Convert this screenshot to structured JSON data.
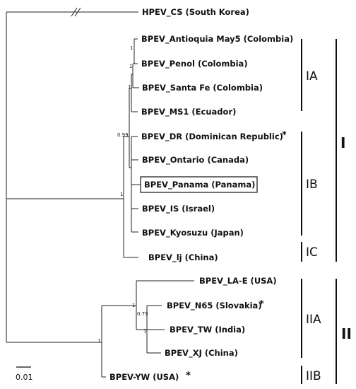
{
  "taxa": {
    "hpev_cs": "HPEV_CS (South Korea)",
    "antioquia": "BPEV_Antioquia May5 (Colombia)",
    "penol": "BPEV_Penol (Colombia)",
    "santa_fe": "BPEV_Santa Fe (Colombia)",
    "ms1": "BPEV_MS1 (Ecuador)",
    "dr": "BPEV_DR (Dominican Republic)",
    "ontario": "BPEV_Ontario (Canada)",
    "panama": "BPEV_Panama (Panama)",
    "is": "BPEV_IS (Israel)",
    "kyosuzu": "BPEV_Kyosuzu (Japan)",
    "lj": "BPEV_lj (China)",
    "la_e": "BPEV_LA-E (USA)",
    "n65": "BPEV_N65 (Slovakia)",
    "tw": "BPEV_TW (India)",
    "xj": "BPEV_XJ (China)",
    "yw": "BPEV-YW (USA)"
  },
  "marker": "*",
  "supports": {
    "antioquia_penol": "1",
    "penol_group": "1",
    "santa_fe_group": "1",
    "ib_node": "0.99",
    "group_i_root": "1",
    "iia_node": "1",
    "n65_node": "0.79",
    "tw_xj_node": "1",
    "ii_root": "1"
  },
  "subgroups": {
    "ia": "IA",
    "ib": "IB",
    "ic": "IC",
    "iia": "IIA",
    "iib": "IIB"
  },
  "groups": {
    "i": "I",
    "ii": "II"
  },
  "scale_bar": {
    "label": "0.01"
  }
}
